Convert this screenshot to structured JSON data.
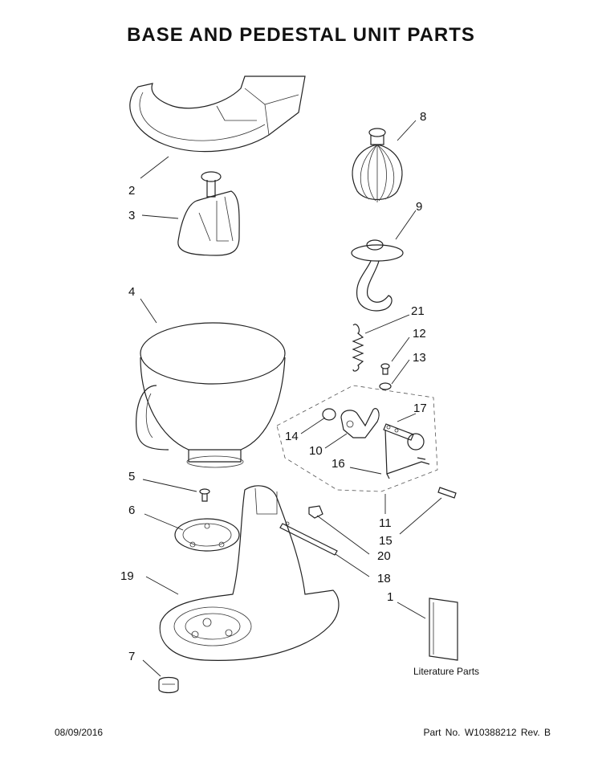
{
  "title": "BASE AND PEDESTAL UNIT PARTS",
  "callouts": {
    "c1": "1",
    "c2": "2",
    "c3": "3",
    "c4": "4",
    "c5": "5",
    "c6": "6",
    "c7": "7",
    "c8": "8",
    "c9": "9",
    "c10": "10",
    "c11": "11",
    "c12": "12",
    "c13": "13",
    "c14": "14",
    "c15": "15",
    "c16": "16",
    "c17": "17",
    "c18": "18",
    "c19": "19",
    "c20": "20",
    "c21": "21"
  },
  "literature_label": "Literature Parts",
  "footer": {
    "date": "08/09/2016",
    "part_no": "Part No. W10388212  Rev. B"
  }
}
